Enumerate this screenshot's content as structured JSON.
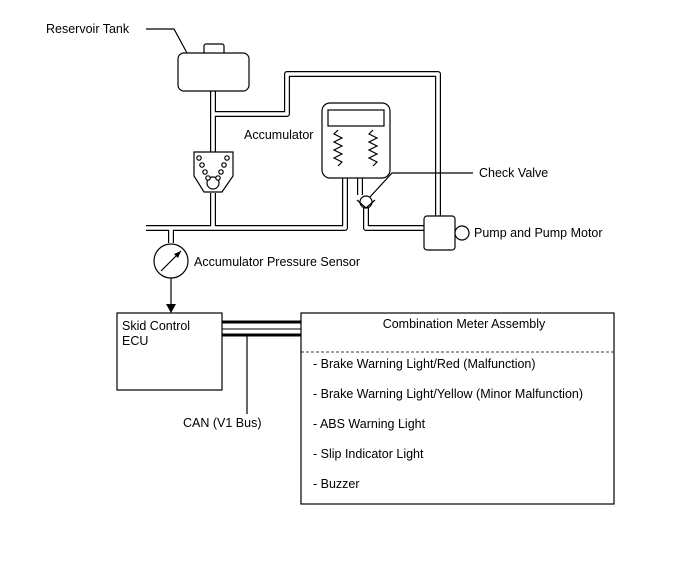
{
  "labels": {
    "reservoir_tank": "Reservoir Tank",
    "accumulator": "Accumulator",
    "check_valve": "Check Valve",
    "pump_motor": "Pump and Pump Motor",
    "pressure_sensor": "Accumulator Pressure Sensor",
    "can_bus": "CAN (V1 Bus)"
  },
  "ecu": {
    "line1": "Skid Control",
    "line2": "ECU"
  },
  "meter": {
    "title": "Combination Meter Assembly",
    "items": [
      "- Brake Warning Light/Red (Malfunction)",
      "- Brake Warning Light/Yellow (Minor Malfunction)",
      "- ABS Warning Light",
      "- Slip Indicator Light",
      "- Buzzer"
    ]
  }
}
